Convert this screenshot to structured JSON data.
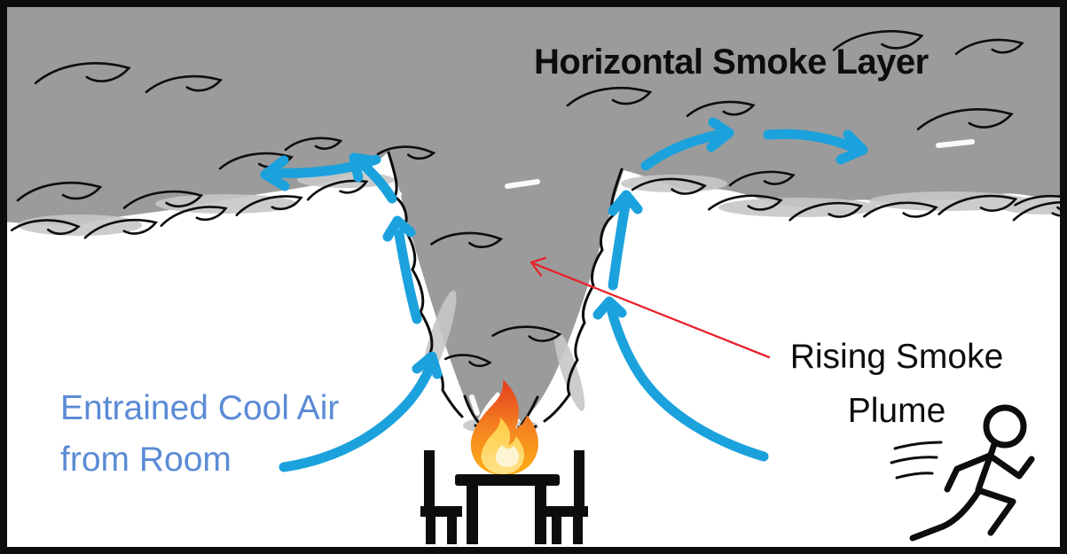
{
  "diagram": {
    "title": "Horizontal Smoke Layer",
    "rising_label": {
      "line1": "Rising Smoke",
      "line2": "Plume"
    },
    "entrained_label": {
      "line1": "Entrained Cool Air",
      "line2": "from Room"
    }
  },
  "colors": {
    "smoke_gray": "#9b9b9b",
    "smoke_light": "#c7c7c7",
    "ink_black": "#0d0d0d",
    "arrow_blue": "#1ba2dd",
    "label_blue": "#5b8bd5",
    "pointer_red": "#e8232a",
    "flame_red": "#e23b1e",
    "flame_orange": "#f58220",
    "flame_amber": "#fcaf17",
    "flame_yellow": "#ffcc40",
    "flame_yellow_light": "#ffe18a",
    "flame_core": "#fdf4d4",
    "background": "#ffffff"
  },
  "icons": {
    "fire_icon": "emoji-style flame shape",
    "dining_table_icon": "black silhouette table",
    "chair_icon": "black silhouette chair",
    "running_person_icon": "stick figure running right",
    "speed_lines_icon": "three motion dashes",
    "smoke_curl_icon": "hand-drawn wave curl stroke",
    "entrainment_arrow_icon": "thick blue marker arrow",
    "pointer_arrow_icon": "thin red callout arrow"
  }
}
